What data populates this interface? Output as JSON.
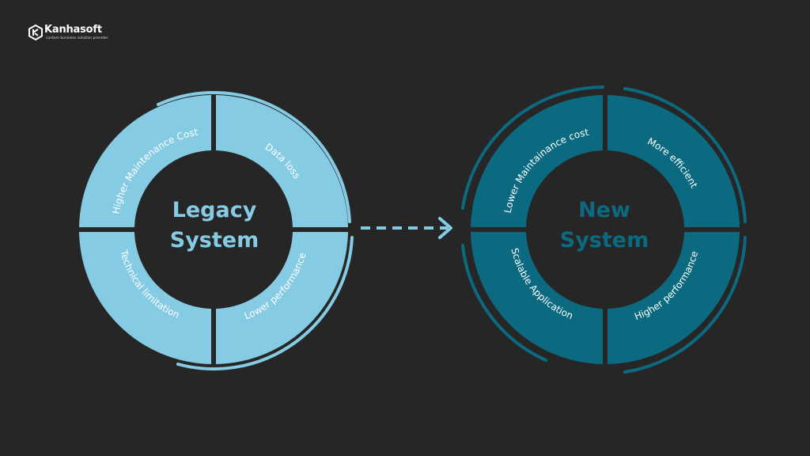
{
  "logo": {
    "brand": "Kanhasoft",
    "tagline": "custom business solution provider",
    "icon": "kanhasoft-cube-icon"
  },
  "legacy": {
    "title_line1": "Legacy",
    "title_line2": "System",
    "segments": [
      "Higher Maintenance Cost",
      "Data loss",
      "Technical limitation",
      "Lower performance"
    ],
    "color": "#86cbe4",
    "title_color": "#86cbe4"
  },
  "new": {
    "title_line1": "New",
    "title_line2": "System",
    "segments": [
      "Lower Maintainance cost",
      "More efficient",
      "Scalable Application",
      "Higher performance"
    ],
    "color": "#0b6a80",
    "title_color": "#0b6a80"
  },
  "arrow": {
    "icon": "dashed-arrow-right-icon",
    "color": "#86cbe4"
  }
}
